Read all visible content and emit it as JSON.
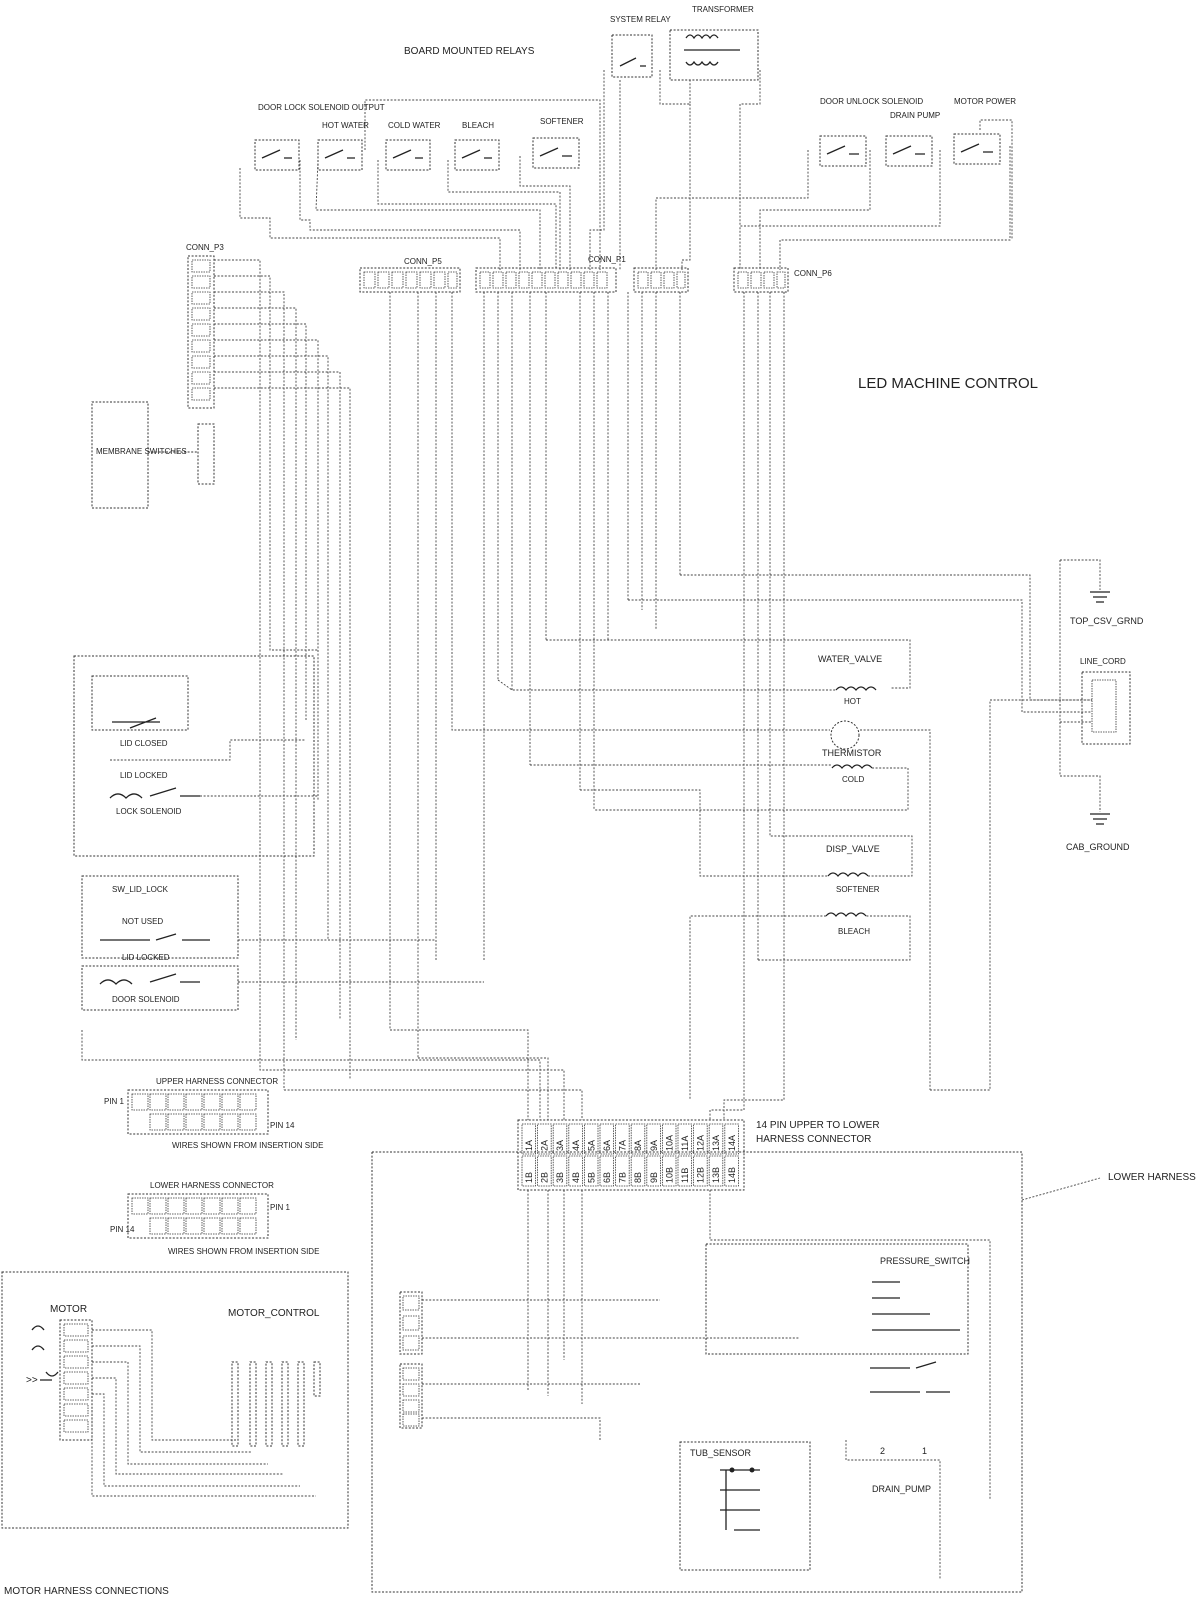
{
  "labels": {
    "board_relays": "BOARD MOUNTED RELAYS",
    "system_relay": "SYSTEM RELAY",
    "transformer": "TRANSFORMER",
    "door_lock_relay": "DOOR LOCK SOLENOID OUTPUT",
    "hot_water_relay": "HOT WATER",
    "cold_water_relay": "COLD WATER",
    "bleach_relay": "BLEACH",
    "softener_relay": "SOFTENER",
    "door_unlock_relay": "DOOR UNLOCK SOLENOID",
    "drain_pump_relay": "DRAIN PUMP",
    "motor_power_relay": "MOTOR POWER",
    "conn_p3": "CONN_P3",
    "conn_p5": "CONN_P5",
    "conn_p1": "CONN_P1",
    "conn_p6": "CONN_P6",
    "control_title": "LED MACHINE CONTROL",
    "membrane": "MEMBRANE SWITCHES",
    "top_ground": "TOP_CSV_GRND",
    "line_cord": "LINE_CORD",
    "cab_ground": "CAB_GROUND",
    "water_valve": "WATER_VALVE",
    "hot": "HOT",
    "thermistor": "THERMISTOR",
    "cold": "COLD",
    "disp_valve": "DISP_VALVE",
    "softener": "SOFTENER",
    "bleach": "BLEACH",
    "lid_closed": "LID CLOSED",
    "lid_locked": "LID LOCKED",
    "lock_solenoid": "LOCK SOLENOID",
    "not_used": "NOT USED",
    "door_solenoid": "DOOR SOLENOID",
    "upper_connector": "UPPER HARNESS CONNECTOR",
    "pin1": "PIN 1",
    "pin14_upper": "PIN 14",
    "wires_note_1": "WIRES SHOWN FROM INSERTION SIDE",
    "lower_connector": "LOWER HARNESS CONNECTOR",
    "pin1_lower": "PIN 1",
    "pin14_lower": "PIN 14",
    "wires_note_2": "WIRES SHOWN FROM INSERTION SIDE",
    "harness_14pin_1": "14 PIN UPPER TO LOWER",
    "harness_14pin_2": "HARNESS CONNECTOR",
    "lower_harness": "LOWER HARNESS",
    "pressure_switch": "PRESSURE_SWITCH",
    "tub_sensor": "TUB_SENSOR",
    "drain_pump": "DRAIN_PUMP",
    "drain_pin2": "2",
    "drain_pin1": "1",
    "motor": "MOTOR",
    "motor_control": "MOTOR_CONTROL",
    "motor_harness": "MOTOR HARNESS CONNECTIONS"
  },
  "connector_14pin": {
    "upper_pins": [
      "1A",
      "2A",
      "3A",
      "4A",
      "5A",
      "6A",
      "7A",
      "8A",
      "9A",
      "10A",
      "11A",
      "12A",
      "13A",
      "14A"
    ],
    "lower_pins": [
      "1B",
      "2B",
      "3B",
      "4B",
      "5B",
      "6B",
      "7B",
      "8B",
      "9B",
      "10B",
      "11B",
      "12B",
      "13B",
      "14B"
    ]
  }
}
